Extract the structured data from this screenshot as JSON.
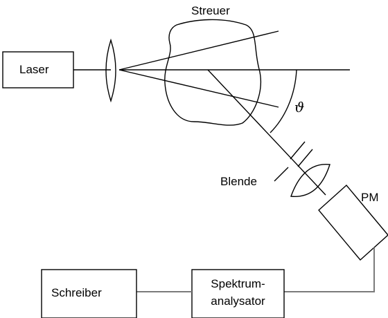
{
  "labels": {
    "laser": "Laser",
    "scatterer": "Streuer",
    "angle": "ϑ",
    "aperture": "Blende",
    "photomultiplier": "PM",
    "recorder": "Schreiber",
    "analyzer_line1": "Spektrum-",
    "analyzer_line2": "analysator"
  }
}
